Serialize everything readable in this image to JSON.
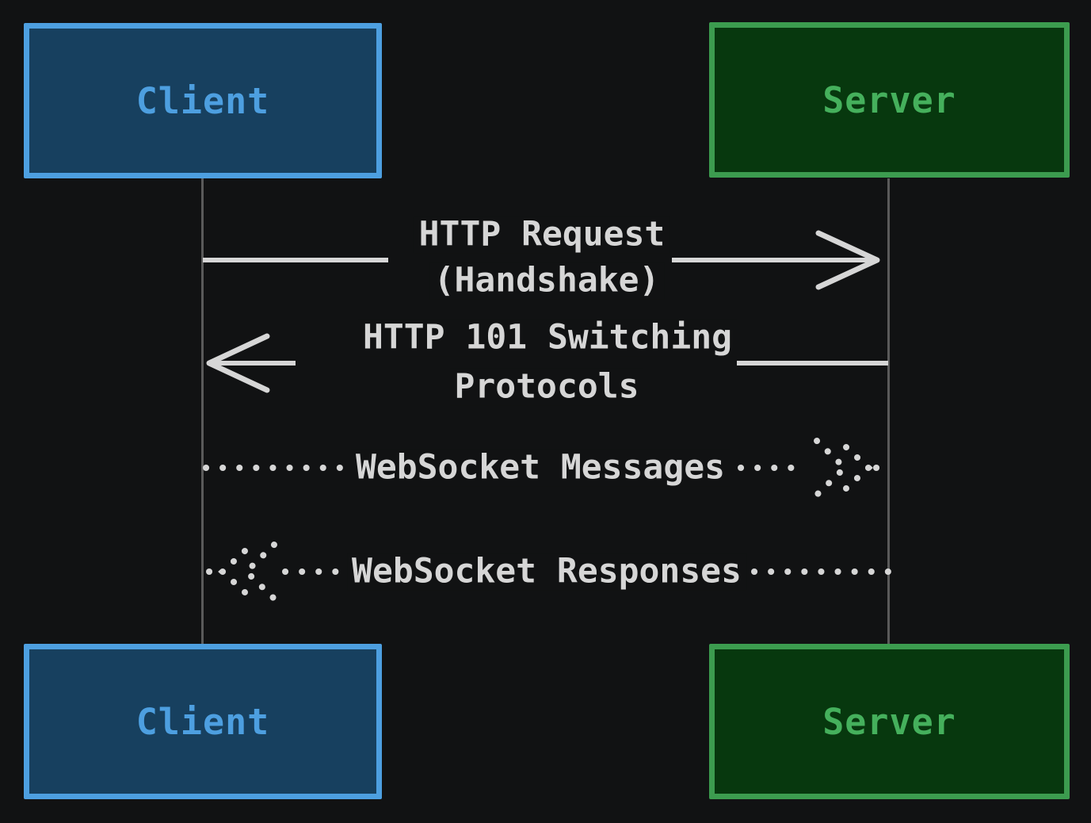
{
  "diagram": {
    "type": "sequence-diagram",
    "background_color": "#111213",
    "lifeline_color": "#5a5a5a",
    "message_color": "#d6d6d6",
    "actors": {
      "client": {
        "label": "Client",
        "border_color": "#4d9fe0",
        "fill_color": "#17405f",
        "text_color": "#4d9fe0"
      },
      "server": {
        "label": "Server",
        "border_color": "#3c9c4f",
        "fill_color": "#07380e",
        "text_color": "#45b05c"
      }
    },
    "messages": [
      {
        "from": "Client",
        "to": "Server",
        "style": "solid",
        "direction": "right",
        "line1": "HTTP Request",
        "line2": "(Handshake)"
      },
      {
        "from": "Server",
        "to": "Client",
        "style": "solid",
        "direction": "left",
        "line1": "HTTP 101 Switching",
        "line2": "Protocols"
      },
      {
        "from": "Client",
        "to": "Server",
        "style": "dotted",
        "direction": "right",
        "line1": "WebSocket Messages",
        "line2": ""
      },
      {
        "from": "Server",
        "to": "Client",
        "style": "dotted",
        "direction": "left",
        "line1": "WebSocket Responses",
        "line2": ""
      }
    ]
  }
}
